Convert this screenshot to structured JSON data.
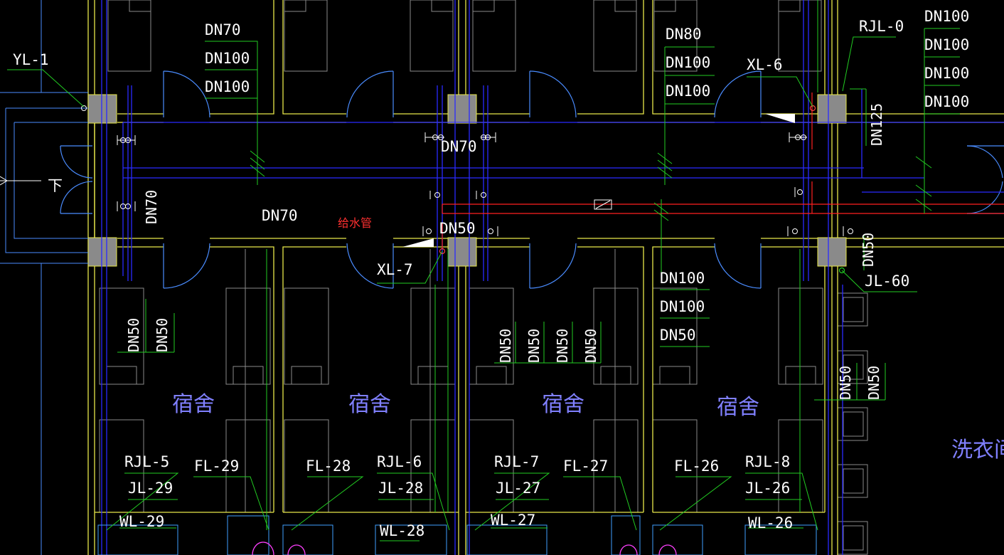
{
  "colors": {
    "background": "#000000",
    "wall": "#e8e84a",
    "blue_pipe": "#2a2aff",
    "green_leader": "#22cc22",
    "red_pipe": "#ff2020",
    "grey": "#8a8a8a",
    "cyan": "#40a0ff",
    "magenta": "#ff40ff",
    "room_text": "#8080ff",
    "text": "#ffffff"
  },
  "labels": {
    "yl1": "YL-1",
    "dn70_a": "DN70",
    "dn100_a": "DN100",
    "dn100_b": "DN100",
    "dn80": "DN80",
    "dn100_c": "DN100",
    "dn100_d": "DN100",
    "xl6": "XL-6",
    "rjl0": "RJL-0",
    "dn100_r1": "DN100",
    "dn100_r2": "DN100",
    "dn100_r3": "DN100",
    "dn100_r4": "DN100",
    "dn125": "DN125",
    "dn70_mid": "DN70",
    "dn70_vert": "DN70",
    "dn70_corr": "DN70",
    "water_pipe": "给水管",
    "dn50_mid": "DN50",
    "xl7": "XL-7",
    "dn50_vr": "DN50",
    "jl60": "JL-60",
    "down": "下",
    "dn100_e": "DN100",
    "dn100_f": "DN100",
    "dn50_e": "DN50",
    "dn50_v1": "DN50",
    "dn50_v2": "DN50",
    "dn50_v3": "DN50",
    "dn50_v4": "DN50",
    "dn50_v5": "DN50",
    "dn50_v6": "DN50",
    "dn50_v7": "DN50",
    "dn50_v8": "DN50",
    "room1": "宿舍",
    "room2": "宿舍",
    "room3": "宿舍",
    "room4": "宿舍",
    "laundry": "洗衣间",
    "rjl5": "RJL-5",
    "jl29": "JL-29",
    "wl29": "WL-29",
    "fl29": "FL-29",
    "fl28": "FL-28",
    "rjl6": "RJL-6",
    "jl28": "JL-28",
    "wl28": "WL-28",
    "rjl7": "RJL-7",
    "jl27": "JL-27",
    "wl27": "WL-27",
    "fl27": "FL-27",
    "fl26": "FL-26",
    "rjl8": "RJL-8",
    "jl26": "JL-26",
    "wl26": "WL-26"
  }
}
